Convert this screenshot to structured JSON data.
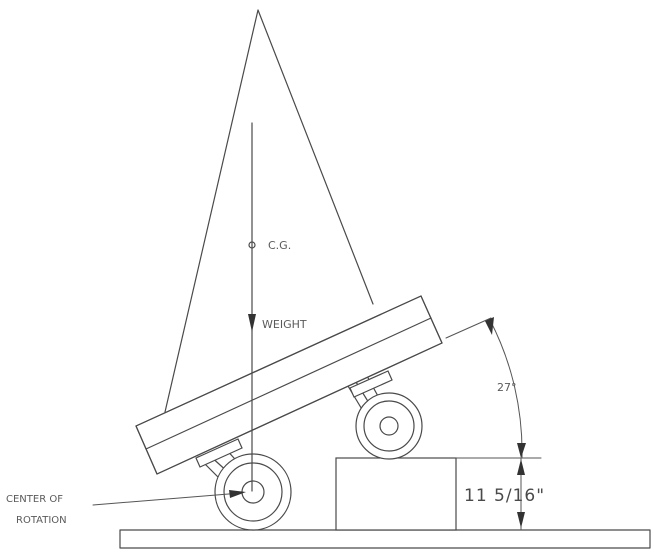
{
  "labels": {
    "cg": "C.G.",
    "weight": "WEIGHT",
    "angle": "27°",
    "height": "11  5/16\"",
    "center_line1": "CENTER OF",
    "center_line2": "ROTATION"
  },
  "colors": {
    "line": "#4a4a4a",
    "text": "#5a5a5a",
    "background": "#ffffff"
  }
}
